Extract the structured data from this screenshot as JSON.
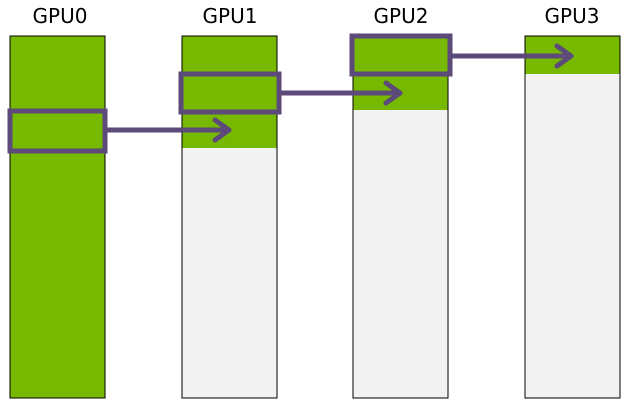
{
  "gpus": [
    {
      "label": "GPU0",
      "fill_fraction": 1.0
    },
    {
      "label": "GPU1",
      "fill_fraction": 0.31
    },
    {
      "label": "GPU2",
      "fill_fraction": 0.205
    },
    {
      "label": "GPU3",
      "fill_fraction": 0.105
    }
  ],
  "colors": {
    "filled": "#76b900",
    "empty": "#f2f2f2",
    "column_border": "#000000",
    "arrow": "#5b4a7a"
  }
}
